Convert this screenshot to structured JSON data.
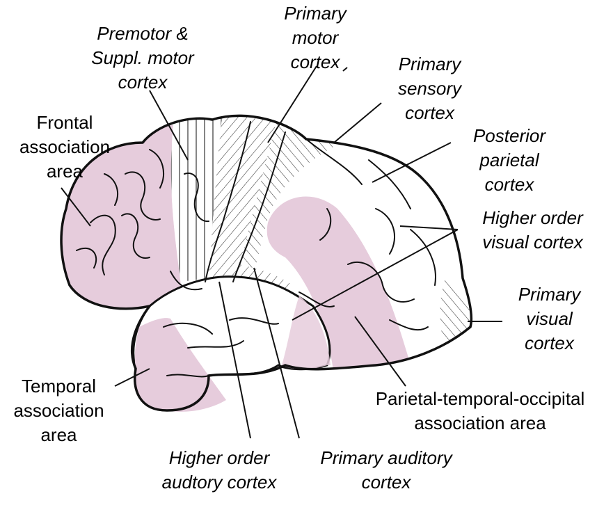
{
  "labels": {
    "premotor": [
      "Premotor &",
      "Suppl. motor",
      "cortex"
    ],
    "primary_motor": [
      "Primary",
      "motor",
      "cortex"
    ],
    "primary_sensory": [
      "Primary",
      "sensory",
      "cortex"
    ],
    "frontal_association": [
      "Frontal",
      "association",
      "area"
    ],
    "posterior_parietal": [
      "Posterior",
      "parietal",
      "cortex"
    ],
    "higher_visual": [
      "Higher order",
      "visual cortex"
    ],
    "primary_visual": [
      "Primary",
      "visual",
      "cortex"
    ],
    "temporal_association": [
      "Temporal",
      "association",
      "area"
    ],
    "pto_association": [
      "Parietal-temporal-occipital",
      "association area"
    ],
    "higher_auditory": [
      "Higher order",
      "audtory cortex"
    ],
    "primary_auditory": [
      "Primary auditory",
      "cortex"
    ]
  },
  "colors": {
    "association": "#e6ccdc",
    "outline": "#111111",
    "background": "#ffffff"
  }
}
